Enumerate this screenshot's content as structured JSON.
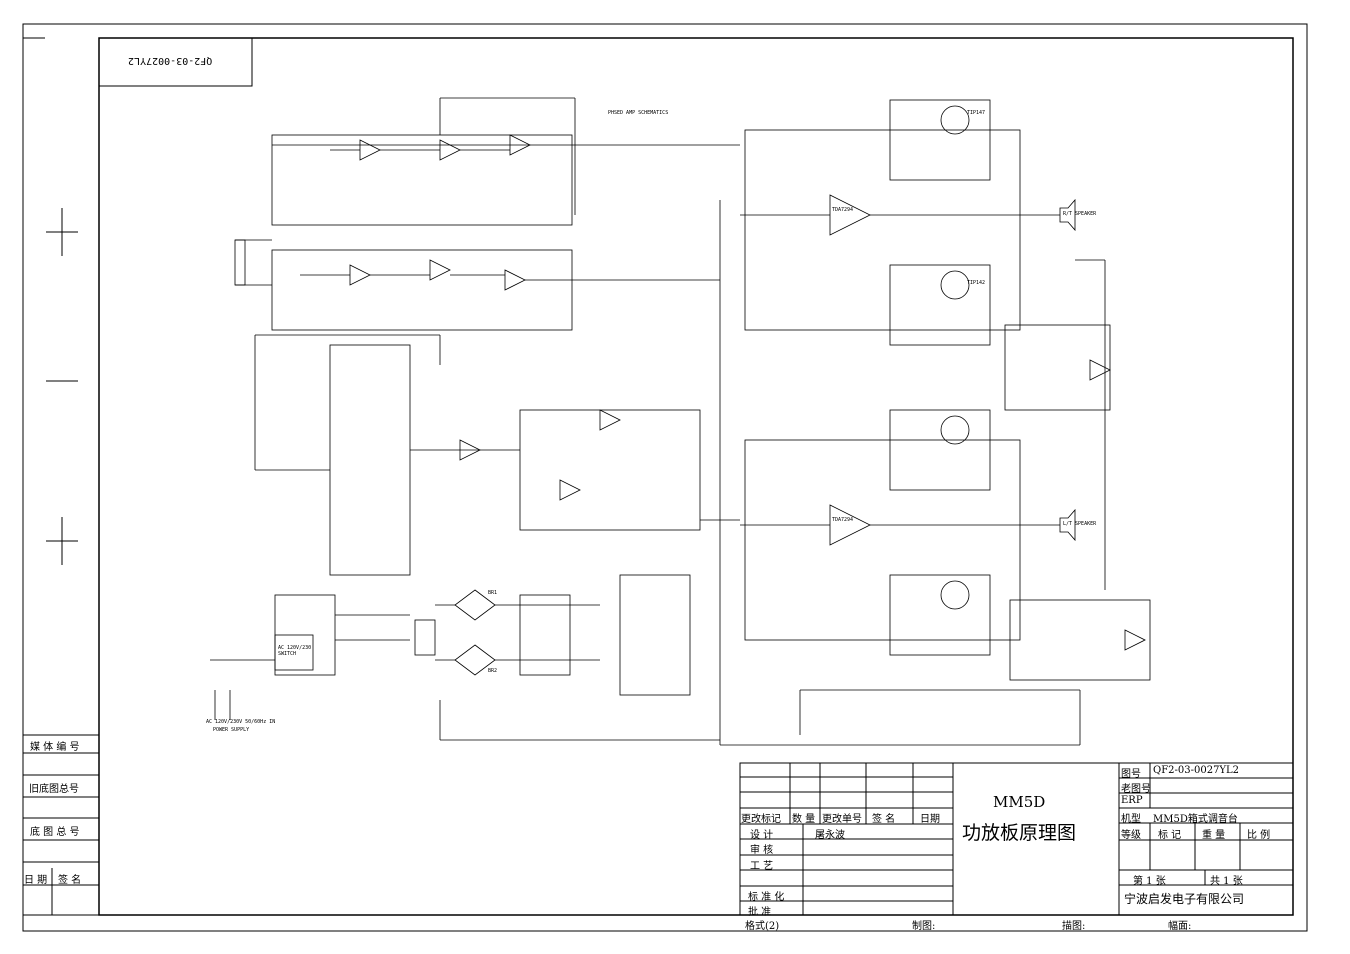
{
  "drawing_number_rotated": "QF2-03-0027YL2",
  "schematic_heading": "PHSED AMP SCHEMATICS",
  "left_margin": {
    "media_number": "媒 体 编 号",
    "old_base_total": "旧底图总号",
    "base_total": "底 图 总 号",
    "date": "日 期",
    "signature": "签 名"
  },
  "title_block": {
    "revision_headers": [
      "更改标记",
      "数 量",
      "更改单号",
      "签 名",
      "日期"
    ],
    "roles": [
      "设 计",
      "审 核",
      "工 艺",
      "",
      "标 准 化",
      "批 准"
    ],
    "designer": "屠永波",
    "model_code": "MM5D",
    "title": "功放板原理图",
    "fields": [
      {
        "label": "图号",
        "value": "QF2-03-0027YL2"
      },
      {
        "label": "老图号",
        "value": ""
      },
      {
        "label": "ERP",
        "value": ""
      },
      {
        "label": "机型",
        "value": "MM5D箱式调音台"
      }
    ],
    "grade_label": "等级",
    "mark_label": "标 记",
    "weight_label": "重 量",
    "scale_label": "比 例",
    "sheet": "第 1 张",
    "total_sheets": "共 1 张",
    "company": "宁波启发电子有限公司"
  },
  "footer": {
    "format": "格式(2)",
    "drawn": "制图:",
    "traced": "描图:",
    "size": "幅面:"
  },
  "labels": {
    "psu_note": "AC 120V/230V 50/60Hz IN",
    "psu_note2": "POWER SUPPLY",
    "ac_switch": "AC 120V/230\nSWITCH",
    "ic1": "TDA7294",
    "ic2": "TDA7294",
    "spk1": "R/T SPEAKER",
    "spk2": "L/T SPEAKER",
    "bridge1": "BR1",
    "bridge2": "BR2",
    "q1": "TIP147",
    "q2": "TIP142"
  }
}
